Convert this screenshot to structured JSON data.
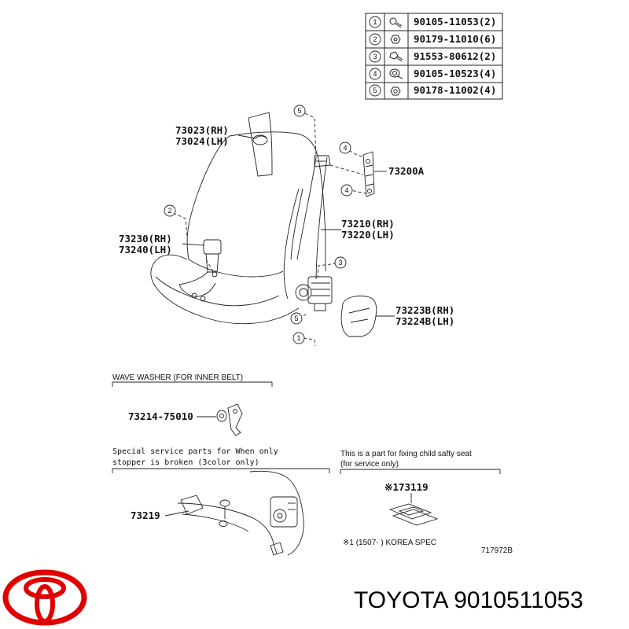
{
  "parts_table": [
    {
      "ref": "1",
      "part": "90105-11053(2)"
    },
    {
      "ref": "2",
      "part": "90179-11010(6)"
    },
    {
      "ref": "3",
      "part": "91553-80612(2)"
    },
    {
      "ref": "4",
      "part": "90105-10523(4)"
    },
    {
      "ref": "5",
      "part": "90178-11002(4)"
    }
  ],
  "callouts": {
    "pillar_rh": "73023(RH)",
    "pillar_lh": "73024(LH)",
    "buckle_rh": "73230(RH)",
    "buckle_lh": "73240(LH)",
    "adjuster": "73200A",
    "belt_rh": "73210(RH)",
    "belt_lh": "73220(LH)",
    "cover_rh": "73223B(RH)",
    "cover_lh": "73224B(LH)",
    "washer_part": "73214-75010",
    "stopper_part": "73219",
    "child_part": "※173119"
  },
  "markers": {
    "m5_top": "5",
    "m4_top": "4",
    "m4_bottom": "4",
    "m2": "2",
    "m3": "3",
    "m5_bottom": "5",
    "m1": "1"
  },
  "notes": {
    "wave_washer": "WAVE WASHER (FOR INNER BELT)",
    "special_line1": "Special  service  parts  for  When  only",
    "special_line2": "stopper  is  broken  (3color  only)",
    "child_line1": "This is a part for fixing child safty seat",
    "child_line2": "(for service only)",
    "korea_spec": "※1 (1507-      ) KOREA SPEC",
    "diagram_id": "717972B"
  },
  "footer": {
    "brand_text": "TOYOTA 9010511053"
  },
  "colors": {
    "logo_red": "#e00000",
    "line": "#222222"
  }
}
